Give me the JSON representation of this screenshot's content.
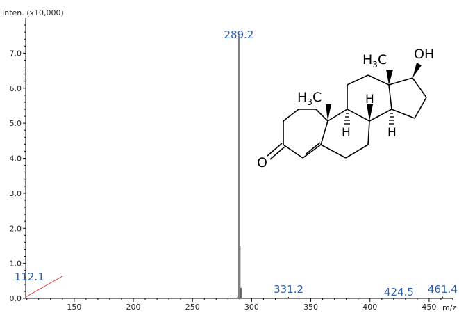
{
  "chart_data": {
    "type": "bar",
    "title": "",
    "ylabel": "Inten. (x10,000)",
    "xlabel": "m/z",
    "xlim": [
      109,
      470
    ],
    "ylim": [
      0,
      8.0
    ],
    "x_ticks": [
      150,
      200,
      250,
      300,
      350,
      400,
      450
    ],
    "y_ticks": [
      "0.0",
      "1.0",
      "2.0",
      "3.0",
      "4.0",
      "5.0",
      "6.0",
      "7.0"
    ],
    "series": [
      {
        "x": [
          287.9,
          289.2,
          290.2,
          291.0,
          331.2,
          424.5,
          461.4
        ],
        "values": [
          0.05,
          7.5,
          1.5,
          0.3,
          0.04,
          0.03,
          0.05
        ]
      }
    ],
    "peak_labels": [
      {
        "text": "289.2",
        "x": 289.2
      },
      {
        "text": "112.1",
        "x": 112.1
      },
      {
        "text": "331.2",
        "x": 331.2
      },
      {
        "text": "424.5",
        "x": 424.5
      },
      {
        "text": "461.4",
        "x": 461.4
      }
    ],
    "grid": false,
    "colors": {
      "peaks": "#000000",
      "labels": "#2b5fb0",
      "marker_line": "#e03030"
    }
  },
  "structure": {
    "labels": [
      "H3C",
      "H3C",
      "OH",
      "O",
      "H",
      "H",
      "H"
    ]
  }
}
